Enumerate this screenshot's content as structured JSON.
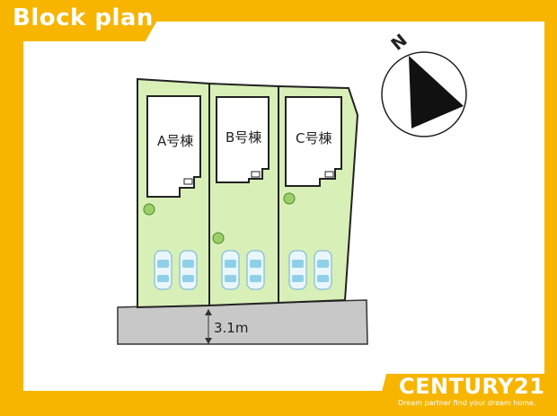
{
  "header": {
    "title": "Block plan"
  },
  "lots": [
    {
      "label": "A号棟"
    },
    {
      "label": "B号棟"
    },
    {
      "label": "C号棟"
    }
  ],
  "road": {
    "width_label": "3.1m"
  },
  "compass": {
    "north_label": "N"
  },
  "brand": {
    "name": "CENTURY21",
    "tagline": "Dream partner find your dream home."
  },
  "colors": {
    "frame": "#f7b500",
    "lot_fill": "#d9efb8",
    "road_fill": "#c8c8c8"
  }
}
